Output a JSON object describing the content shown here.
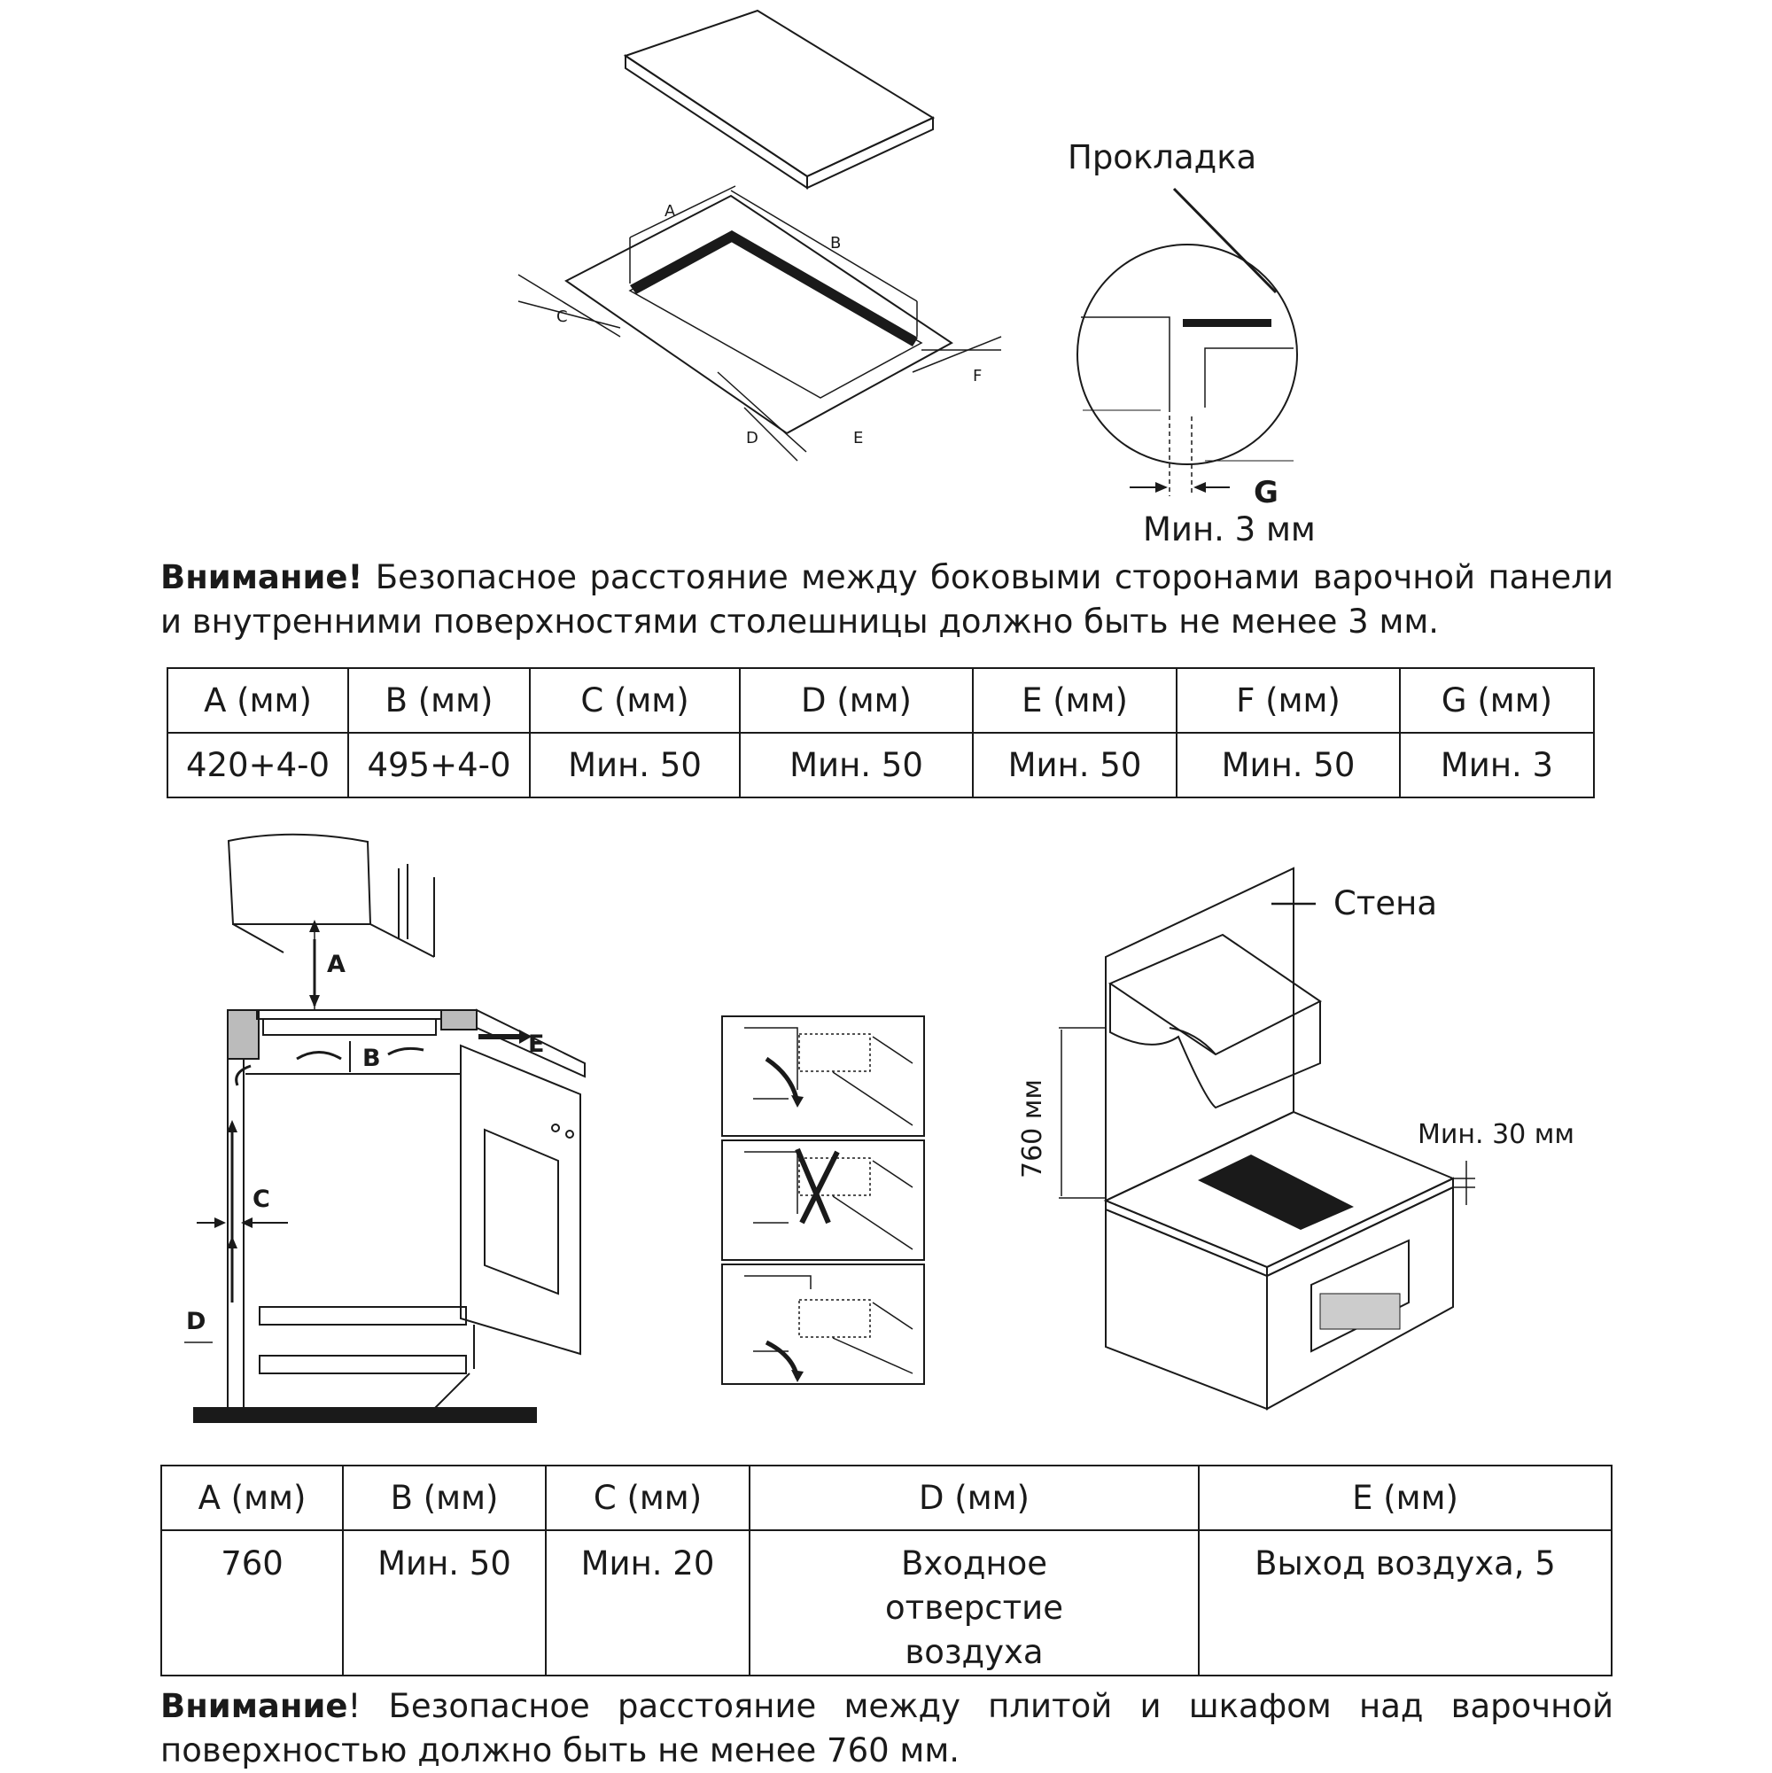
{
  "top_diagram": {
    "dim_labels": [
      "A",
      "B",
      "C",
      "D",
      "E",
      "F"
    ],
    "detail": {
      "gasket_label": "Прокладка",
      "gap_label": "G",
      "gap_min_label": "Мин. 3 мм"
    }
  },
  "note1": {
    "bold": "Внимание!",
    "text": " Безопасное расстояние между боковыми сторонами варочной панели и внутренними поверхностями столешницы должно быть не менее 3 мм."
  },
  "table1": {
    "headers": [
      "A (мм)",
      "B (мм)",
      "C (мм)",
      "D (мм)",
      "E (мм)",
      "F (мм)",
      "G (мм)"
    ],
    "values": [
      "420+4-0",
      "495+4-0",
      "Мин. 50",
      "Мин. 50",
      "Мин. 50",
      "Мин. 50",
      "Мин. 3"
    ]
  },
  "bottom_diagram": {
    "side_labels": [
      "A",
      "B",
      "C",
      "D",
      "E"
    ],
    "wall_label": "Стена",
    "height_label": "760 мм",
    "side_gap_label": "Мин. 30 мм"
  },
  "table2": {
    "headers": [
      "A (мм)",
      "B (мм)",
      "C (мм)",
      "D (мм)",
      "E (мм)"
    ],
    "values": [
      "760",
      "Мин. 50",
      "Мин. 20",
      "Входное отверстие воздуха",
      "Выход воздуха, 5"
    ]
  },
  "note2": {
    "bold": "Внимание",
    "text": "! Безопасное расстояние между плитой и шкафом над варочной поверхностью должно быть не менее 760 мм."
  }
}
